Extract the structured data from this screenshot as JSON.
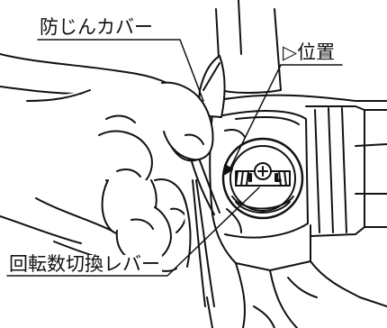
{
  "callouts": {
    "dust_cover": "防じんカバー",
    "position": "▷位置",
    "speed_lever": "回転数切換レバー"
  },
  "dial": {
    "mark_left": "I",
    "mark_right": "L"
  }
}
